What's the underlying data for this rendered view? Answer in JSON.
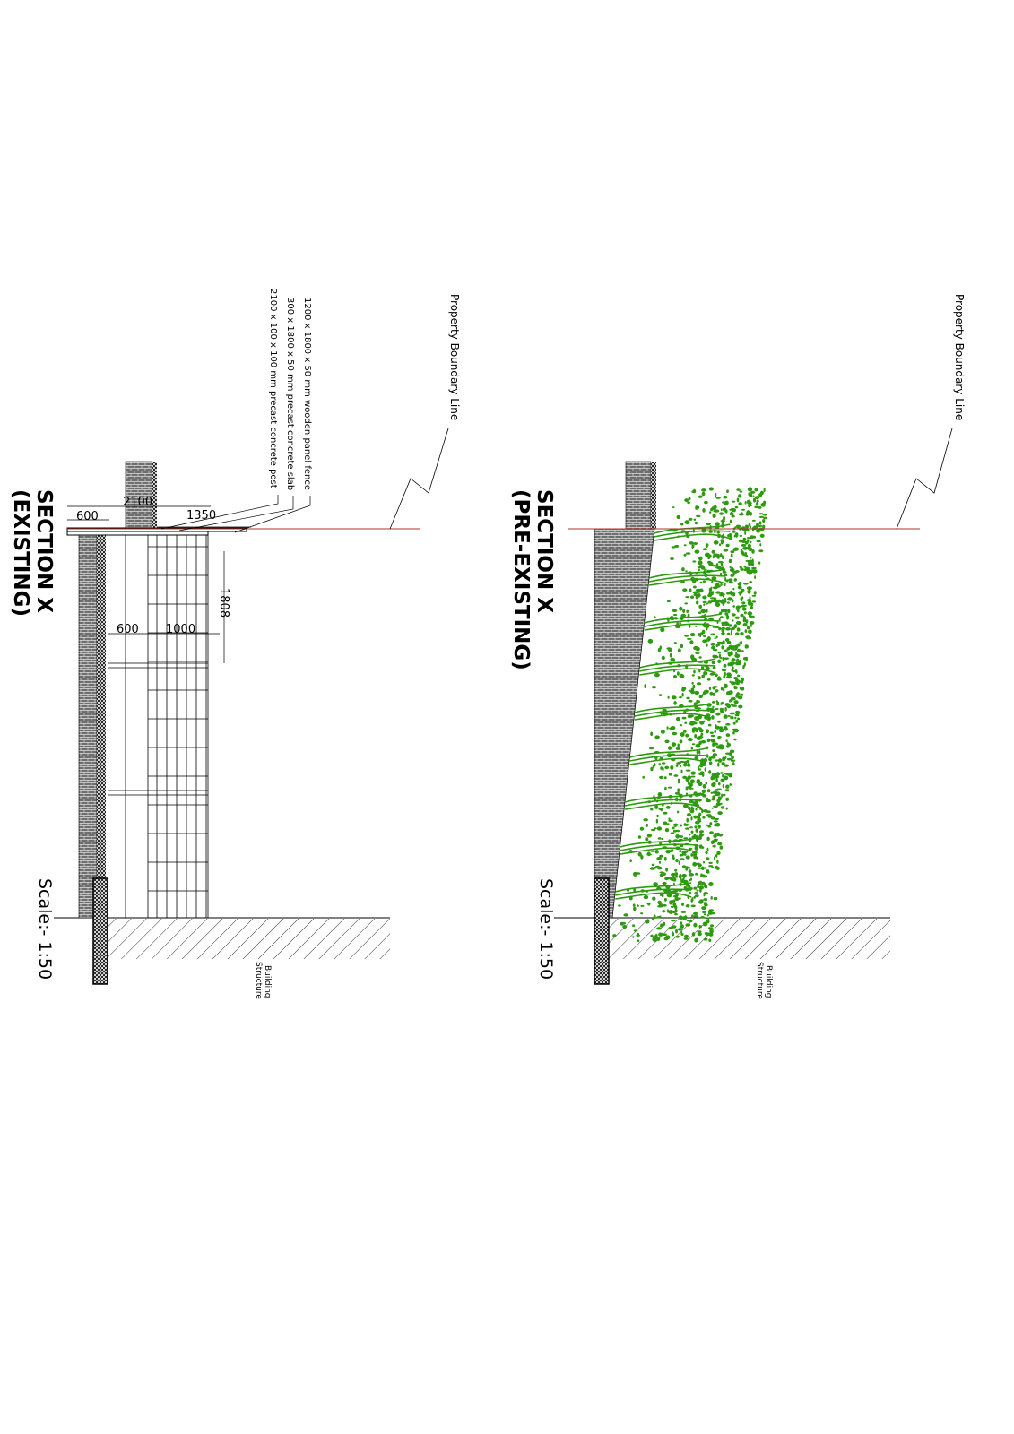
{
  "drawings": [
    {
      "title": "SECTION X",
      "subtitle": "(EXISTING)",
      "scale": "Scale:- 1:50",
      "boundary_label": "Property Boundary Line",
      "ground_label_1": "Building",
      "ground_label_2": "Structure",
      "notes": [
        "1200 x 1800 x 50 mm wooden panel fence",
        "300 x 1800 x 50 mm precast concrete slab",
        "2100 x 100 x 100 mm precast concrete post"
      ],
      "dimensions": {
        "d2100": "2100",
        "d600a": "600",
        "d1350": "1350",
        "d1808": "1808",
        "d600b": "600",
        "d1000": "1000"
      }
    },
    {
      "title": "SECTION X",
      "subtitle": "(PRE-EXISTING)",
      "scale": "Scale:- 1:50",
      "boundary_label": "Property Boundary Line",
      "ground_label_1": "Building",
      "ground_label_2": "Structure"
    }
  ],
  "colors": {
    "boundary": "#b03030",
    "brick": "#6e6e6e",
    "plant": "#2e9a10"
  }
}
